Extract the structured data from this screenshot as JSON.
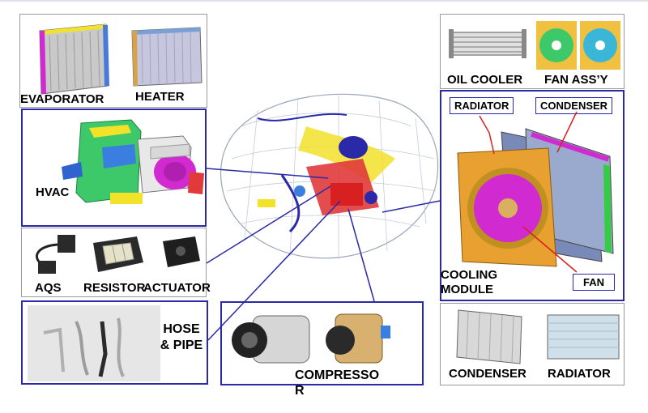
{
  "labels": {
    "evaporator": "EVAPORATOR",
    "heater": "HEATER",
    "hvac": "HVAC",
    "aqs": "AQS",
    "resistor": "RESISTOR",
    "actuator": "ACTUATOR",
    "hose_pipe": "HOSE & PIPE",
    "compressor": "COMPRESSO R",
    "oil_cooler": "OIL COOLER",
    "fan_assy": "FAN ASS’Y",
    "radiator_tag": "RADIATOR",
    "condenser_tag": "CONDENSER",
    "cooling_module": "COOLING MODULE",
    "fan_tag": "FAN",
    "condenser": "CONDENSER",
    "radiator": "RADIATOR"
  },
  "colors": {
    "border_blue": "#2a2aa8",
    "leader_red": "#d82020",
    "part_yellow": "#f2e22a",
    "part_green": "#33cc44",
    "part_magenta": "#d02ad0",
    "part_orange": "#e8a030"
  }
}
